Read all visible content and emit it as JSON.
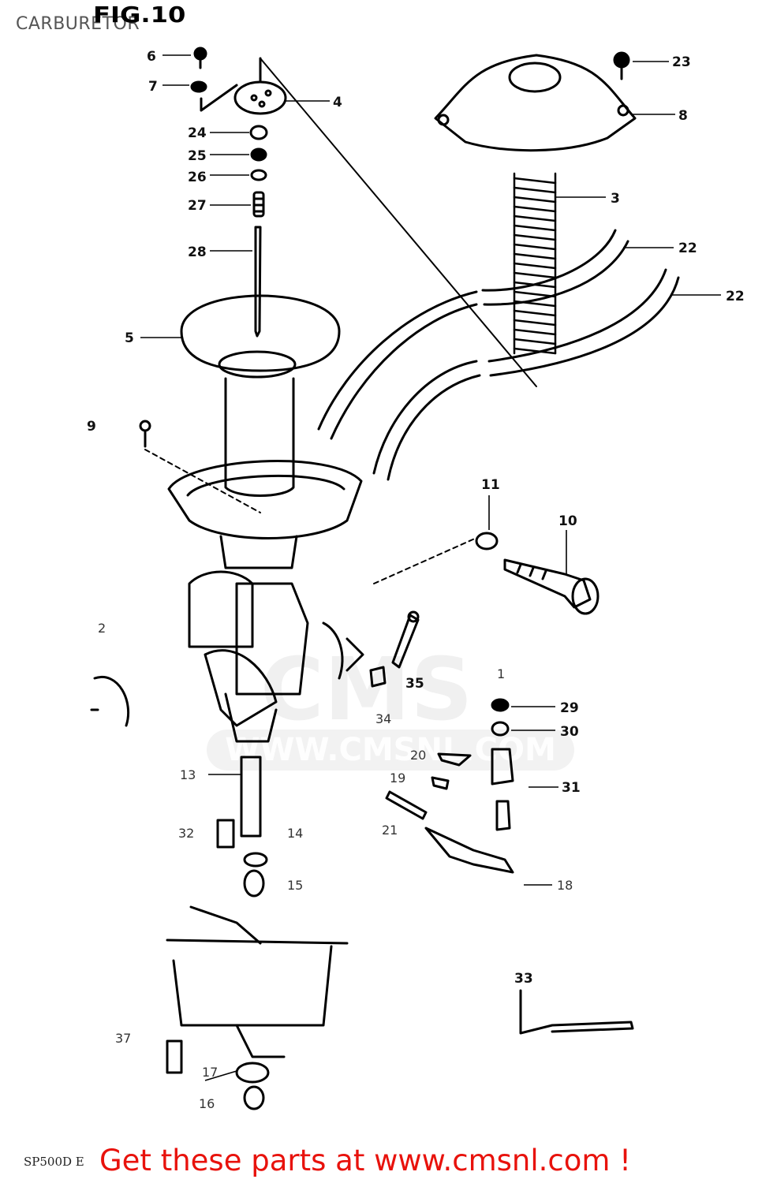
{
  "header": {
    "section": "CARBURETOR",
    "figure": "FIG.10"
  },
  "watermark": {
    "logo_text": "CMS",
    "url": "WWW.CMSNL.COM"
  },
  "callouts": {
    "c6": "6",
    "c7": "7",
    "c4": "4",
    "c24": "24",
    "c25": "25",
    "c26": "26",
    "c27": "27",
    "c28": "28",
    "c5": "5",
    "c9": "9",
    "c23": "23",
    "c8": "8",
    "c3": "3",
    "c22a": "22",
    "c22b": "22",
    "c11": "11",
    "c10": "10",
    "c35": "35",
    "c29": "29",
    "c30": "30",
    "c34": "34",
    "c20": "20",
    "c19": "19",
    "c31": "31",
    "c21": "21",
    "c13": "13",
    "c32": "32",
    "c14": "14",
    "c15": "15",
    "c18": "18",
    "c33": "33",
    "c37": "37",
    "c17": "17",
    "c16": "16",
    "c2": "2",
    "c1": "1"
  },
  "footer": {
    "model_code": "SP500D E",
    "cta": "Get these parts at www.cmsnl.com !"
  },
  "colors": {
    "cta": "#e8120c",
    "line": "#000000"
  }
}
